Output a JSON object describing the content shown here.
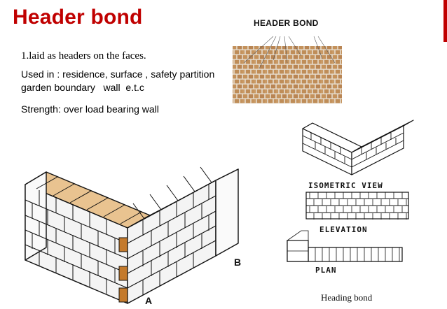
{
  "slide": {
    "title": "Header bond",
    "accent_color": "#c00000",
    "points": [
      "1.laid as headers on the faces.",
      "Used in : residence, surface , safety partition",
      "garden boundary   wall  e.t.c",
      "Strength: over load bearing wall"
    ]
  },
  "figures": {
    "photo_title": "HEADER BOND",
    "iso_label": "ISOMETRIC VIEW",
    "elev_label": "ELEVATION",
    "plan_label": "PLAN",
    "caption": "Heading bond",
    "corner_label_a": "A",
    "corner_label_b": "B",
    "brick_color": "#c79a66",
    "mortar_color": "#e8dccd"
  }
}
